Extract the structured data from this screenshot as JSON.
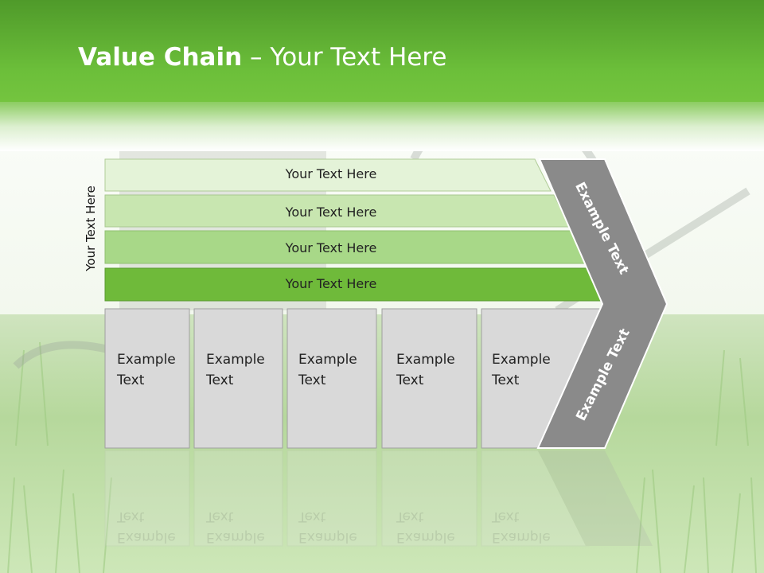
{
  "title": {
    "bold": "Value Chain",
    "rest": " – Your Text Here"
  },
  "side_label": "Your Text Here",
  "bars": [
    {
      "label": "Your Text Here",
      "color": "#e4f3d8"
    },
    {
      "label": "Your Text Here",
      "color": "#c8e6b0"
    },
    {
      "label": "Your Text Here",
      "color": "#a8d888"
    },
    {
      "label": "Your Text Here",
      "color": "#6fba3a"
    }
  ],
  "boxes": [
    {
      "line1": "Example",
      "line2": "Text"
    },
    {
      "line1": "Example",
      "line2": "Text"
    },
    {
      "line1": "Example",
      "line2": "Text"
    },
    {
      "line1": "Example",
      "line2": "Text"
    },
    {
      "line1": "Example",
      "line2": "Text"
    }
  ],
  "chevron": {
    "upper_label": "Example Text",
    "lower_label": "Example Text",
    "color": "#8a8a8a"
  },
  "colors": {
    "header_green": "#5aa72e",
    "box_fill": "#d9d9d9"
  }
}
